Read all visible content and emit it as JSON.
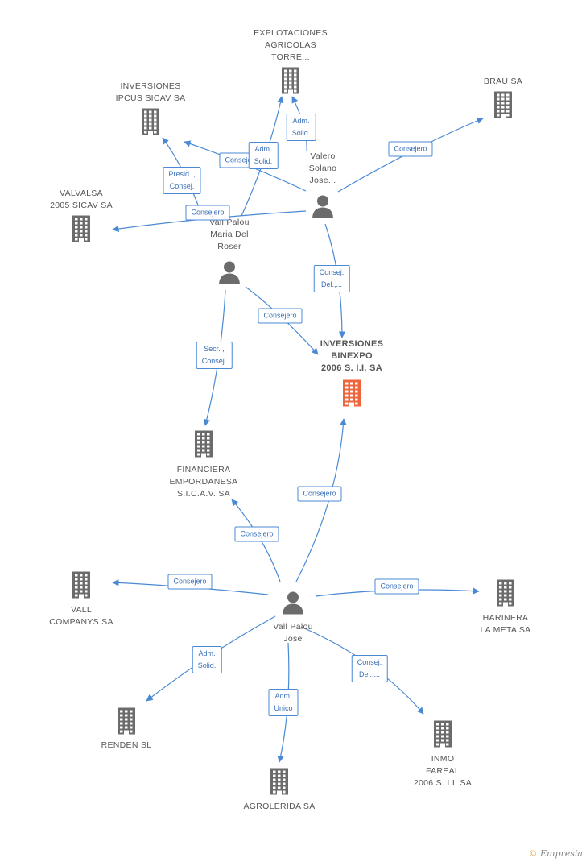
{
  "colors": {
    "edge": "#4a8ad4",
    "node": "#6b6b6b",
    "main_node": "#f0643c"
  },
  "nodes": [
    {
      "id": "inversiones-binexpo",
      "kind": "company-main",
      "label": [
        "INVERSIONES",
        "BINEXPO",
        "2006 S. I.I. SA"
      ]
    },
    {
      "id": "explotaciones-agricolas",
      "kind": "company",
      "label": [
        "EXPLOTACIONES",
        "AGRICOLAS",
        "TORRE..."
      ]
    },
    {
      "id": "inversiones-ipcus",
      "kind": "company",
      "label": [
        "INVERSIONES",
        "IPCUS SICAV SA"
      ]
    },
    {
      "id": "brau",
      "kind": "company",
      "label": [
        "BRAU SA"
      ]
    },
    {
      "id": "valvalsa",
      "kind": "company",
      "label": [
        "VALVALSA",
        "2005 SICAV SA"
      ]
    },
    {
      "id": "financiera-empordanesa",
      "kind": "company",
      "label": [
        "FINANCIERA",
        "EMPORDANESA",
        "S.I.C.A.V. SA"
      ]
    },
    {
      "id": "vall-companys",
      "kind": "company",
      "label": [
        "VALL",
        "COMPANYS SA"
      ]
    },
    {
      "id": "harinera-la-meta",
      "kind": "company",
      "label": [
        "HARINERA",
        "LA META SA"
      ]
    },
    {
      "id": "renden",
      "kind": "company",
      "label": [
        "RENDEN SL"
      ]
    },
    {
      "id": "agrolerida",
      "kind": "company",
      "label": [
        "AGROLERIDA SA"
      ]
    },
    {
      "id": "inmo-fareal",
      "kind": "company",
      "label": [
        "INMO",
        "FAREAL",
        "2006 S. I.I. SA"
      ]
    },
    {
      "id": "valero-solano",
      "kind": "person",
      "label": [
        "Valero",
        "Solano",
        "Jose..."
      ]
    },
    {
      "id": "vall-palou-maria",
      "kind": "person",
      "label": [
        "Vall Palou",
        "Maria Del",
        "Roser"
      ]
    },
    {
      "id": "vall-palou-jose",
      "kind": "person",
      "label": [
        "Vall Palou",
        "Jose"
      ]
    }
  ],
  "edges": [
    {
      "from": "valero-solano",
      "to": "explotaciones-agricolas",
      "label": [
        "Adm.",
        "Solid."
      ]
    },
    {
      "from": "valero-solano",
      "to": "inversiones-ipcus",
      "label": [
        "Consejero"
      ]
    },
    {
      "from": "valero-solano",
      "to": "brau",
      "label": [
        "Consejero"
      ]
    },
    {
      "from": "valero-solano",
      "to": "valvalsa",
      "label": [
        "Consejero"
      ]
    },
    {
      "from": "valero-solano",
      "to": "inversiones-binexpo",
      "label": [
        "Consej.",
        "Del.,..."
      ]
    },
    {
      "from": "vall-palou-maria",
      "to": "explotaciones-agricolas",
      "label": [
        "Adm.",
        "Solid."
      ]
    },
    {
      "from": "vall-palou-maria",
      "to": "inversiones-ipcus",
      "label": [
        "Presid. ,",
        "Consej."
      ]
    },
    {
      "from": "vall-palou-maria",
      "to": "inversiones-binexpo",
      "label": [
        "Consejero"
      ]
    },
    {
      "from": "vall-palou-maria",
      "to": "financiera-empordanesa",
      "label": [
        "Secr. ,",
        "Consej."
      ]
    },
    {
      "from": "vall-palou-jose",
      "to": "inversiones-binexpo",
      "label": [
        "Consejero"
      ]
    },
    {
      "from": "vall-palou-jose",
      "to": "financiera-empordanesa",
      "label": [
        "Consejero"
      ]
    },
    {
      "from": "vall-palou-jose",
      "to": "vall-companys",
      "label": [
        "Consejero"
      ]
    },
    {
      "from": "vall-palou-jose",
      "to": "harinera-la-meta",
      "label": [
        "Consejero"
      ]
    },
    {
      "from": "vall-palou-jose",
      "to": "renden",
      "label": [
        "Adm.",
        "Solid."
      ]
    },
    {
      "from": "vall-palou-jose",
      "to": "agrolerida",
      "label": [
        "Adm.",
        "Unico"
      ]
    },
    {
      "from": "vall-palou-jose",
      "to": "inmo-fareal",
      "label": [
        "Consej.",
        "Del.,..."
      ]
    }
  ],
  "watermark": {
    "symbol": "©",
    "brand": "Empresia"
  }
}
